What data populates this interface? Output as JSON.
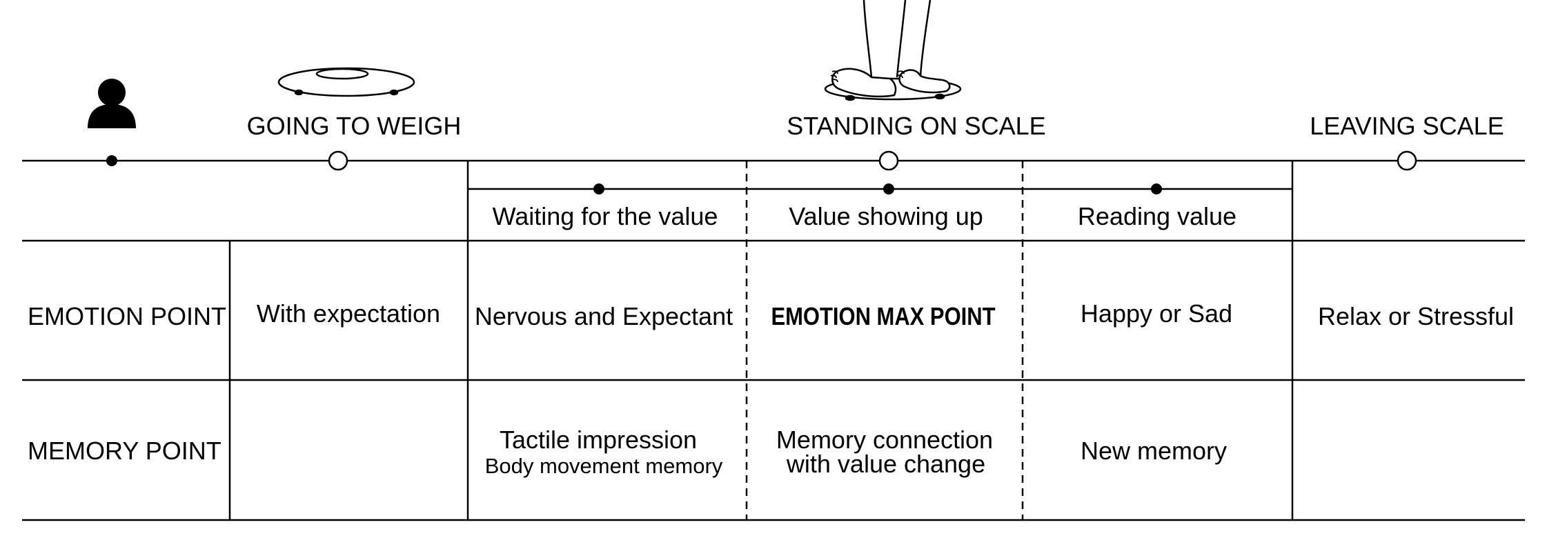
{
  "stages": {
    "going": "GOING TO WEIGH",
    "standing": "STANDING ON SCALE",
    "leaving": "LEAVING SCALE"
  },
  "substages": {
    "waiting": "Waiting for the value",
    "showing": "Value showing up",
    "reading": "Reading value"
  },
  "emotion": {
    "label": "EMOTION POINT",
    "going": "With expectation",
    "waiting": "Nervous and Expectant",
    "showing": "EMOTION MAX POINT",
    "reading": "Happy or Sad",
    "leaving": "Relax or Stressful"
  },
  "memory": {
    "label": "MEMORY POINT",
    "waiting_line1": "Tactile impression",
    "waiting_line2": "Body movement memory",
    "showing_line1": "Memory connection",
    "showing_line2": "with value change",
    "reading": "New memory"
  },
  "icons": [
    "person-icon",
    "scale-icon",
    "feet-on-scale-icon"
  ]
}
